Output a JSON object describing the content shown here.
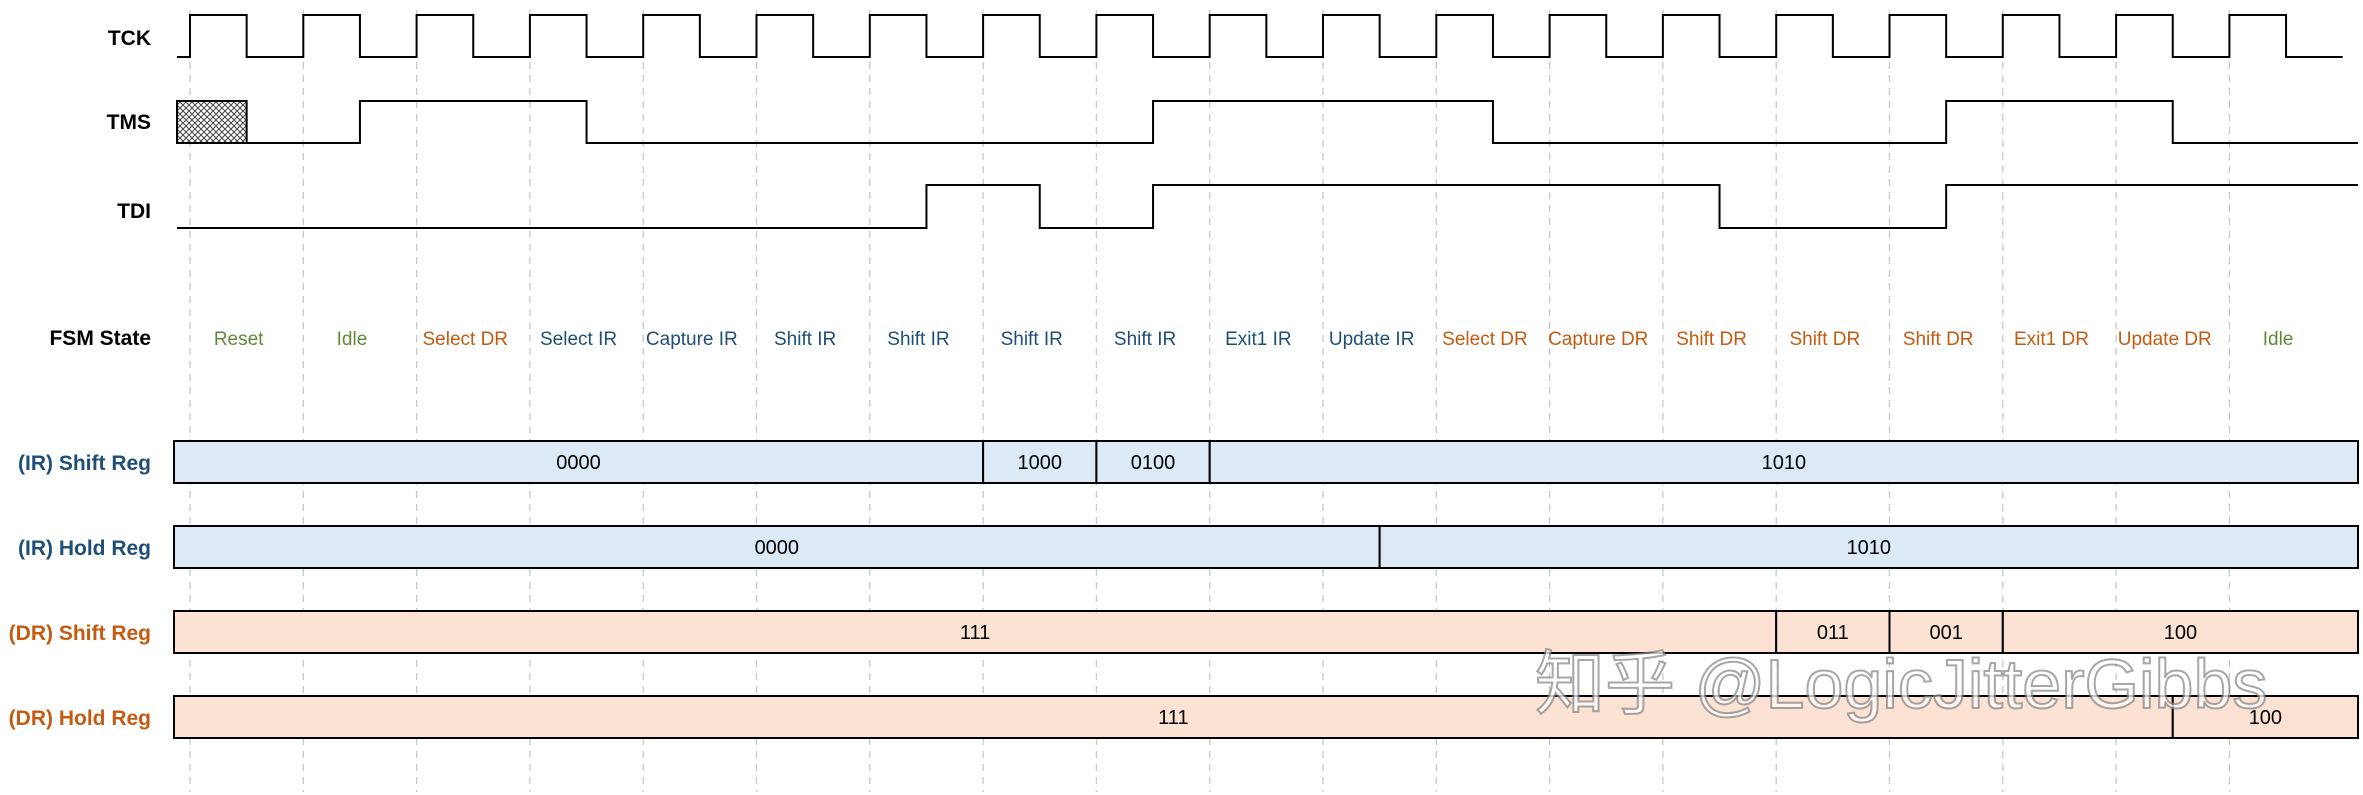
{
  "signals": {
    "tck": {
      "label": "TCK"
    },
    "tms": {
      "label": "TMS",
      "levels": [
        null,
        0,
        1,
        1,
        0,
        0,
        0,
        0,
        0,
        1,
        1,
        1,
        0,
        0,
        0,
        0,
        1,
        1,
        0,
        0
      ],
      "initial_unknown": true
    },
    "tdi": {
      "label": "TDI",
      "levels": [
        0,
        0,
        0,
        0,
        0,
        0,
        0,
        1,
        0,
        1,
        1,
        1,
        1,
        1,
        0,
        0,
        1,
        1,
        1,
        1
      ]
    }
  },
  "fsm": {
    "label": "FSM State",
    "states": [
      {
        "name": "Reset",
        "group": "idle"
      },
      {
        "name": "Idle",
        "group": "idle"
      },
      {
        "name": "Select DR",
        "group": "dr"
      },
      {
        "name": "Select IR",
        "group": "ir"
      },
      {
        "name": "Capture IR",
        "group": "ir"
      },
      {
        "name": "Shift IR",
        "group": "ir"
      },
      {
        "name": "Shift IR",
        "group": "ir"
      },
      {
        "name": "Shift IR",
        "group": "ir"
      },
      {
        "name": "Shift IR",
        "group": "ir"
      },
      {
        "name": "Exit1 IR",
        "group": "ir"
      },
      {
        "name": "Update IR",
        "group": "ir"
      },
      {
        "name": "Select DR",
        "group": "dr"
      },
      {
        "name": "Capture DR",
        "group": "dr"
      },
      {
        "name": "Shift DR",
        "group": "dr"
      },
      {
        "name": "Shift DR",
        "group": "dr"
      },
      {
        "name": "Shift DR",
        "group": "dr"
      },
      {
        "name": "Exit1 DR",
        "group": "dr"
      },
      {
        "name": "Update DR",
        "group": "dr"
      },
      {
        "name": "Idle",
        "group": "idle"
      }
    ]
  },
  "registers": [
    {
      "label": "(IR) Shift Reg",
      "kind": "ir",
      "segments": [
        {
          "value": "0000",
          "span": [
            0,
            7
          ]
        },
        {
          "value": "1000",
          "span": [
            7,
            8
          ]
        },
        {
          "value": "0100",
          "span": [
            8,
            9
          ]
        },
        {
          "value": "1010",
          "span": [
            9,
            19.3
          ]
        }
      ]
    },
    {
      "label": "(IR) Hold Reg",
      "kind": "ir",
      "segments": [
        {
          "value": "0000",
          "span": [
            0,
            10.5
          ]
        },
        {
          "value": "1010",
          "span": [
            10.5,
            19.3
          ]
        }
      ]
    },
    {
      "label": "(DR) Shift Reg",
      "kind": "dr",
      "segments": [
        {
          "value": "111",
          "span": [
            0,
            14
          ]
        },
        {
          "value": "011",
          "span": [
            14,
            15
          ]
        },
        {
          "value": "001",
          "span": [
            15,
            16
          ]
        },
        {
          "value": "100",
          "span": [
            16,
            19.3
          ]
        }
      ]
    },
    {
      "label": "(DR) Hold Reg",
      "kind": "dr",
      "segments": [
        {
          "value": "111",
          "span": [
            0,
            17.5
          ]
        },
        {
          "value": "100",
          "span": [
            17.5,
            19.3
          ]
        }
      ]
    }
  ],
  "colors": {
    "idle_state": "#5e8a3a",
    "ir_state": "#1f4e79",
    "dr_state": "#c55a11",
    "ir_fill": "#dce9f6",
    "dr_fill": "#fbe2d2",
    "ir_label": "#1f4e79",
    "dr_label": "#c55a11",
    "grid": "#c8c8c8"
  },
  "watermark": "知乎 @LogicJitterGibbs"
}
